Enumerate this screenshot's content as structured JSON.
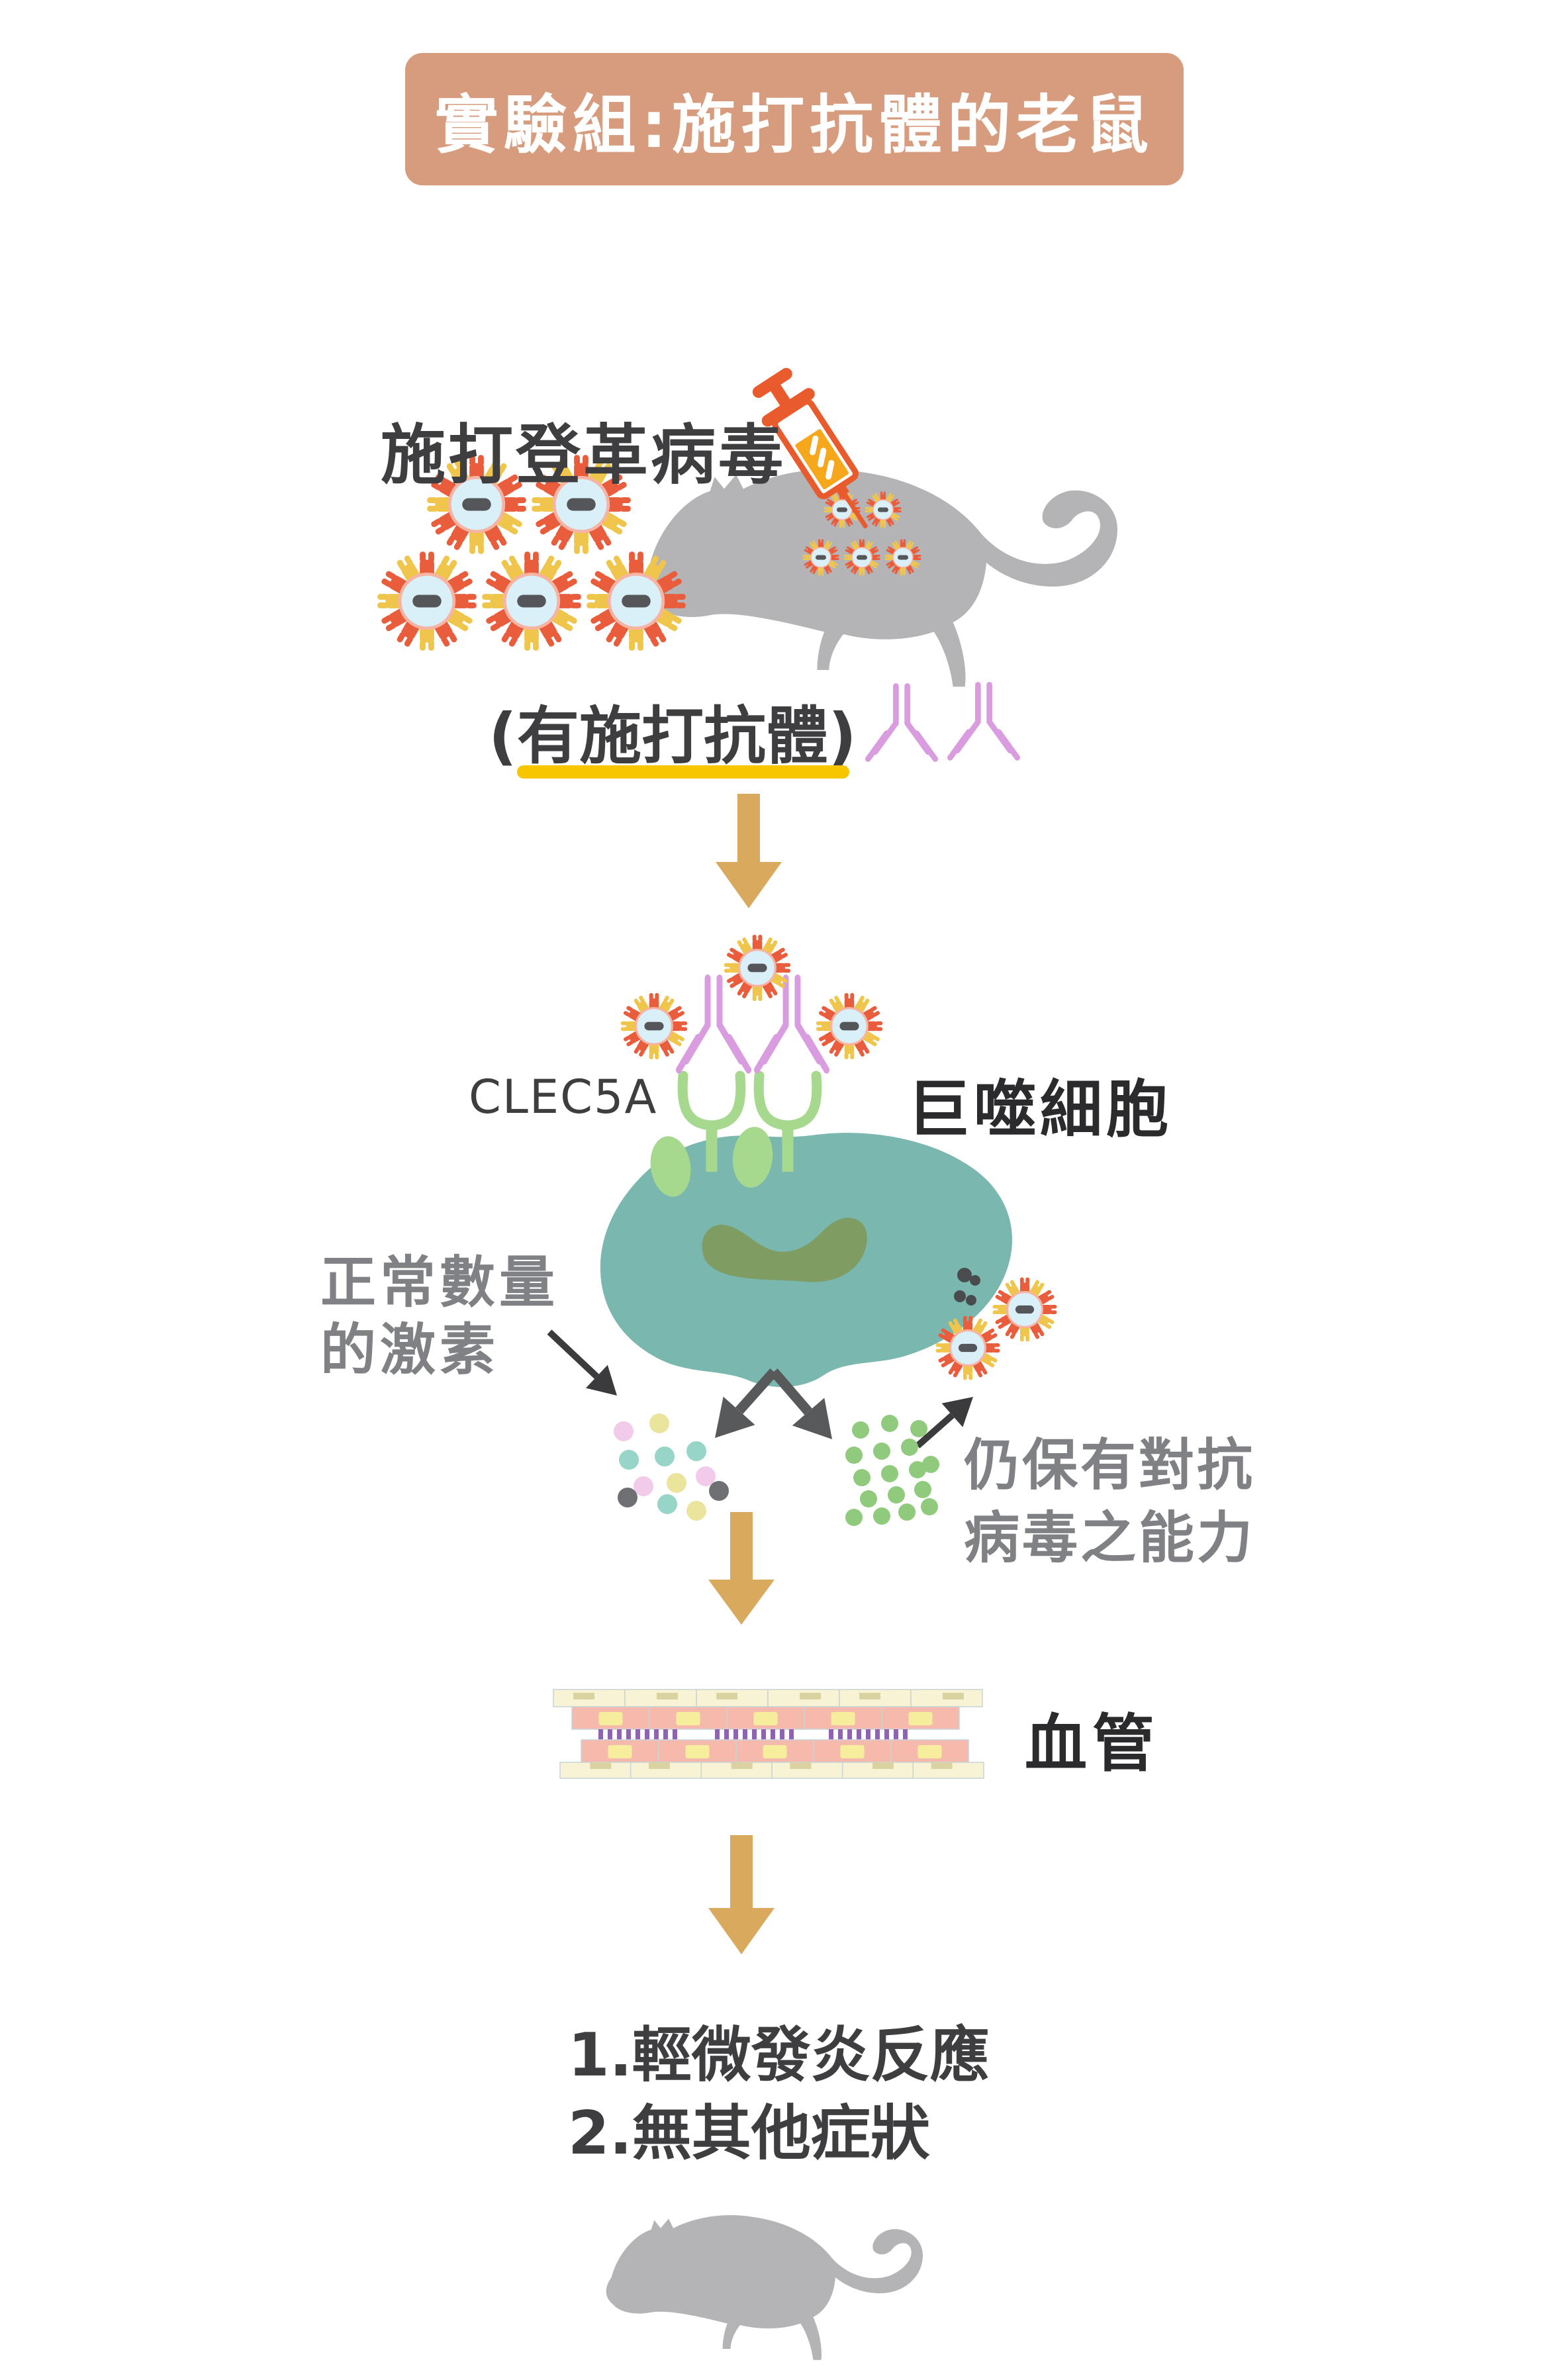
{
  "header": {
    "title": "實驗組:施打抗體的老鼠"
  },
  "labels": {
    "inject": "施打登革病毒",
    "antibody_note": "(有施打抗體)",
    "receptor": "CLEC5A",
    "macrophage": "巨噬細胞",
    "cytokine_line1": "正常數量",
    "cytokine_line2": "的激素",
    "defense_line1": "仍保有對抗",
    "defense_line2": "病毒之能力",
    "vessel": "血管",
    "outcome_line1": "1.輕微發炎反應",
    "outcome_line2": "2.無其他症狀"
  },
  "icons": {
    "syringe": "syringe-icon",
    "virus": "dengue-virus-icon",
    "antibody": "antibody-icon",
    "mouse": "mouse-silhouette",
    "receptor": "clec5a-receptor-icon",
    "cell": "macrophage-cell",
    "nucleus": "cell-nucleus",
    "vessel": "blood-vessel-illustration",
    "flow_arrow": "flow-arrow-down-icon",
    "pointer_arrow": "pointer-arrow-icon",
    "cytokine_dots": "cytokine-dots",
    "antiviral_dots": "antiviral-dots"
  },
  "colors": {
    "banner_bg": "#D79C7E",
    "banner_text": "#FFFFFF",
    "dark_text": "#3E3E40",
    "gray_text": "#808184",
    "black_text": "#2B2B2D",
    "mouse_gray": "#B4B4B6",
    "arrow_tan": "#D9A95D",
    "underline_yellow": "#F7C600",
    "virus_orange": "#E95D3C",
    "virus_yellow": "#F0C54B",
    "virus_core": "#D9F0F8",
    "virus_rim": "#F7B3A4",
    "virus_dash": "#555659",
    "antibody_pink": "#D99CDE",
    "receptor_green": "#A6D98E",
    "cell_teal": "#79B7AF",
    "nucleus_olive": "#7F9C63",
    "syringe_orange": "#E95A2D",
    "syringe_amber": "#F6A71B",
    "vessel_cream": "#F8F3D4",
    "vessel_cream_nucleus": "#DBD2A2",
    "vessel_pink": "#F6BAAC",
    "vessel_yellow_nucleus": "#F6ED9D",
    "vessel_purple": "#8E63AF",
    "vessel_border": "#C8D3D8",
    "dot_pink": "#F2CBEA",
    "dot_yellow": "#EAE49C",
    "dot_teal": "#97D5C9",
    "dot_gray": "#6F7073",
    "dot_green": "#8FCA7D",
    "dot_dark": "#4A4B4E",
    "arrow_gray": "#58595B",
    "arrow_black": "#3B3B3D"
  }
}
